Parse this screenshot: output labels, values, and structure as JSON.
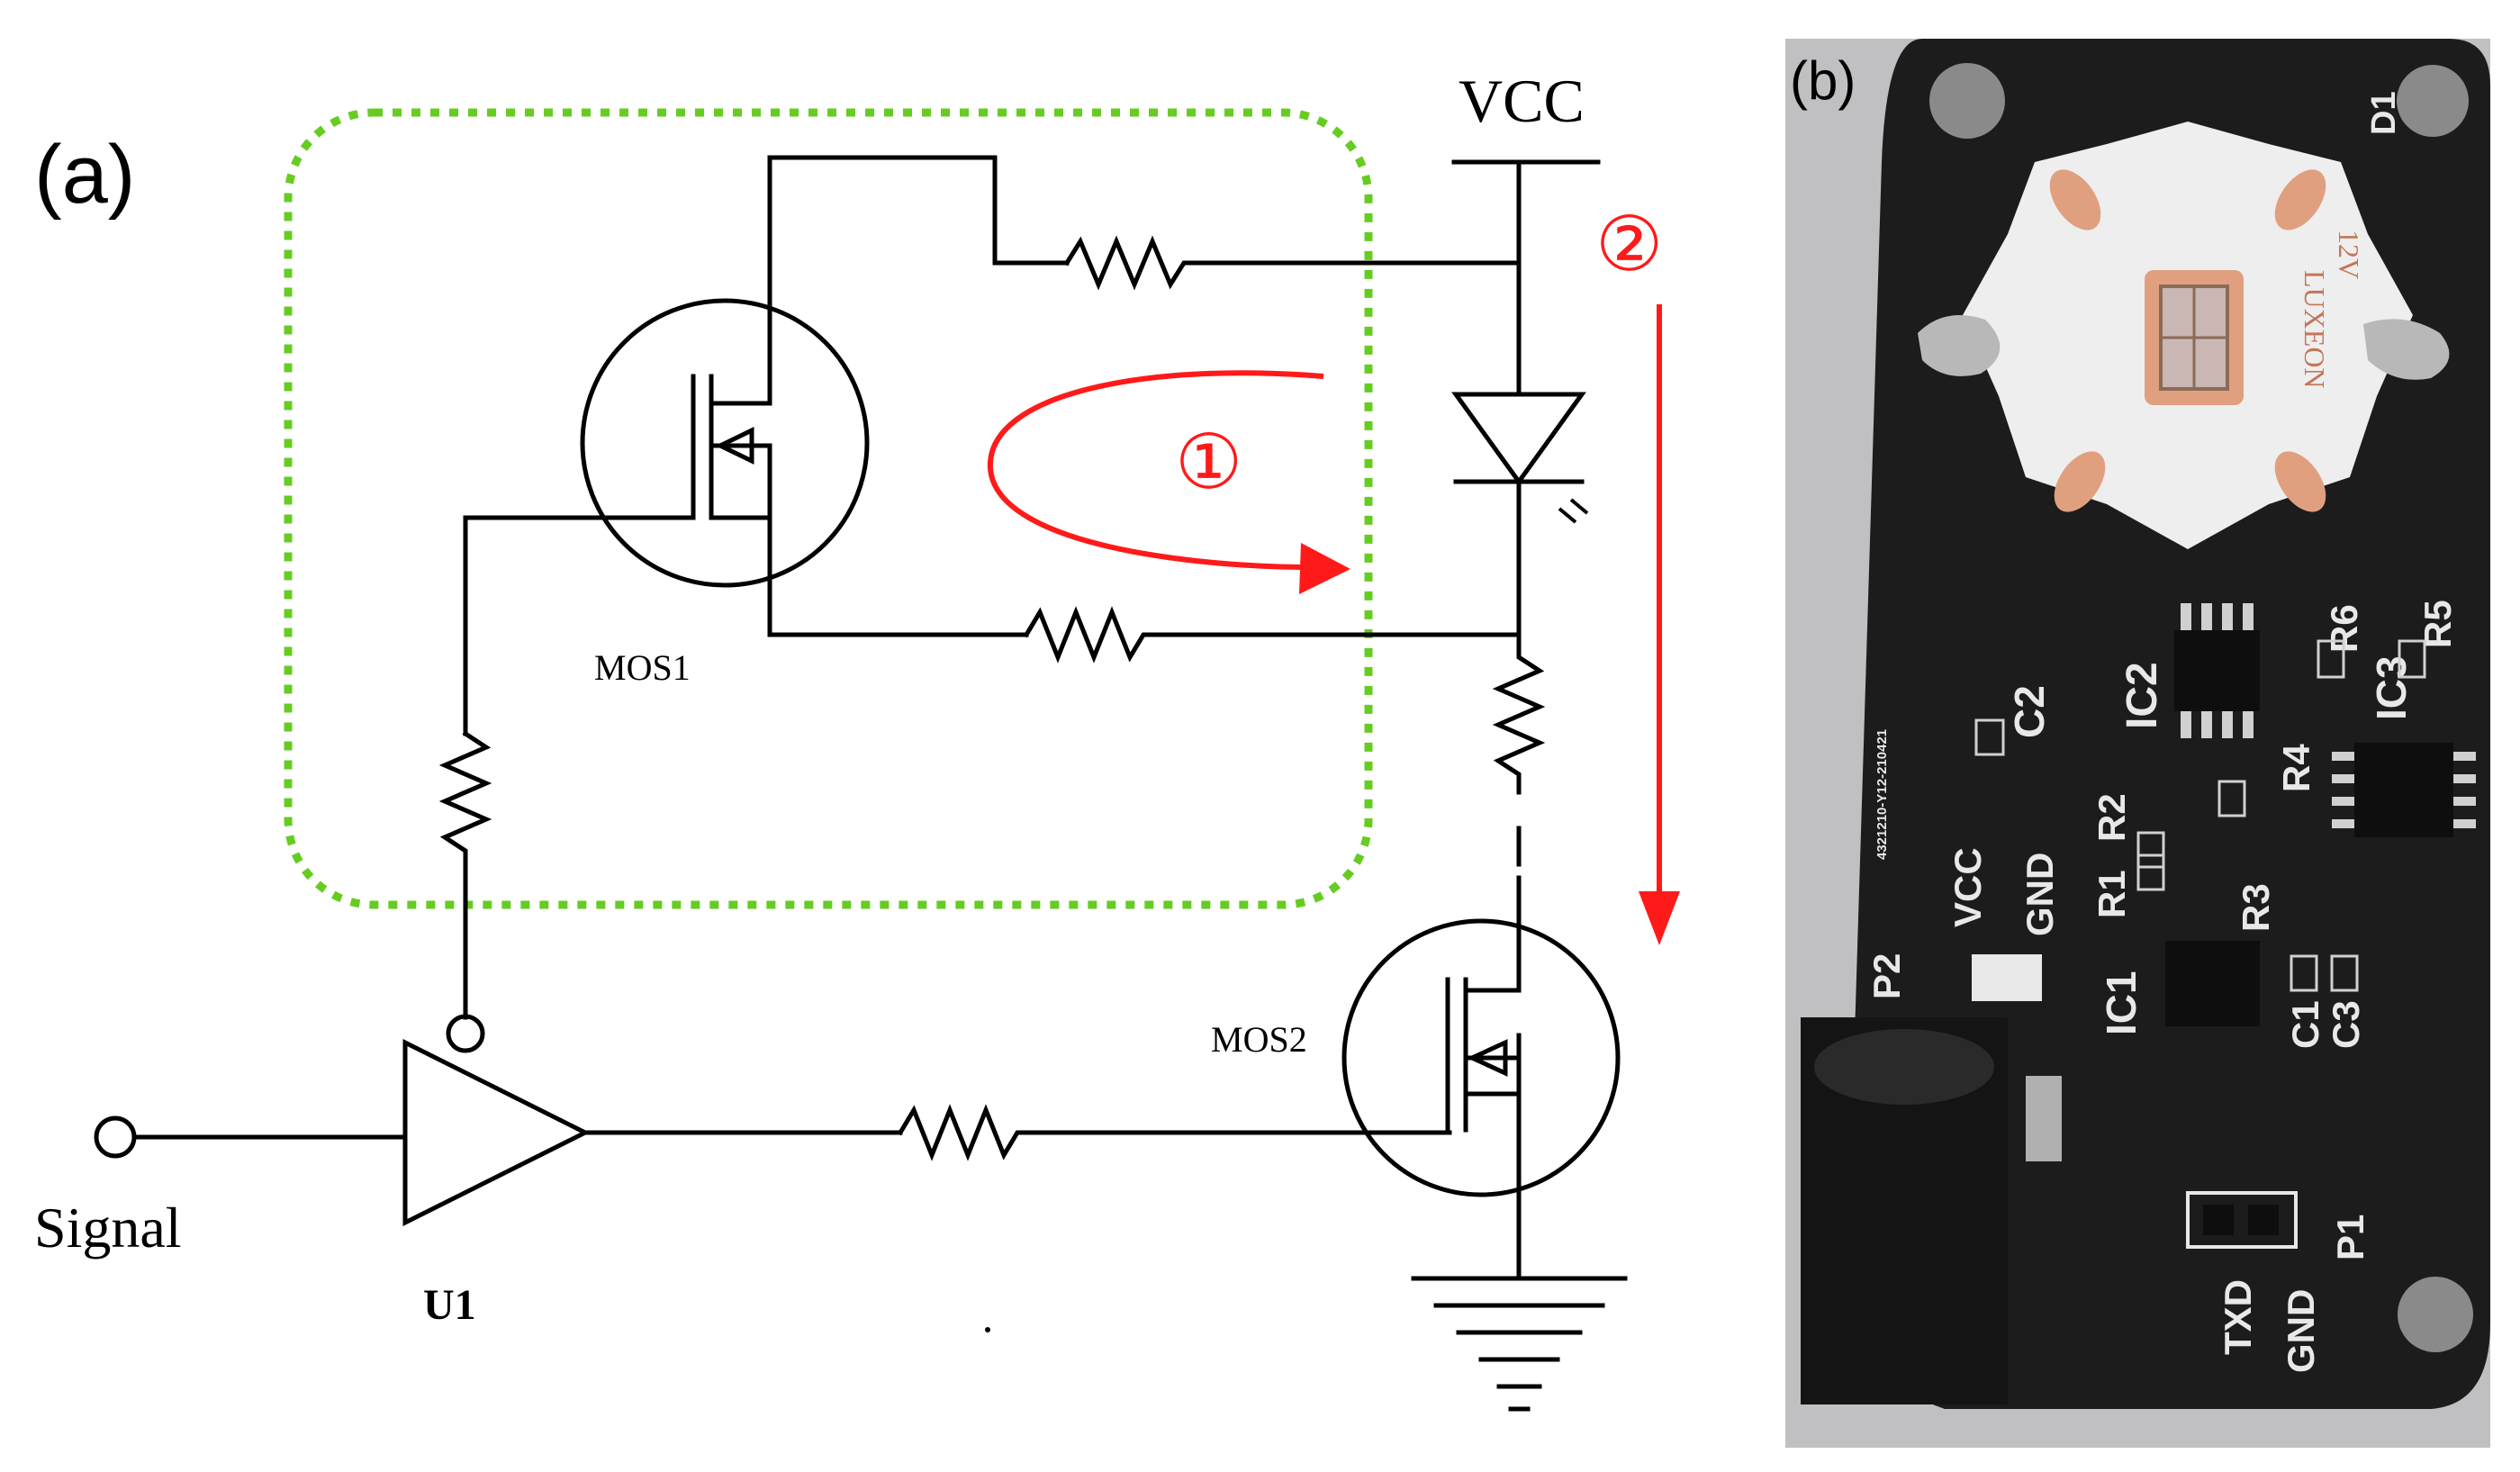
{
  "panel_a": {
    "label": "(a)",
    "vcc_label": "VCC",
    "signal_label": "Signal",
    "u1_label": "U1",
    "mos1_label": "MOS1",
    "mos2_label": "MOS2",
    "path1_label": "①",
    "path2_label": "②",
    "colors": {
      "wire": "#000000",
      "highlight_box": "#66cc22",
      "current_arrow": "#ff1a1a"
    }
  },
  "panel_b": {
    "label": "(b)",
    "silkscreen": {
      "d1": "D1",
      "star_brand": "LUXEON",
      "star_voltage": "12V",
      "c2": "C2",
      "ic2": "IC2",
      "ic3": "IC3",
      "r6": "R6",
      "r5": "R5",
      "r4": "R4",
      "r2": "R2",
      "r1": "R1",
      "r3": "R3",
      "ic1": "IC1",
      "c1": "C1",
      "c3": "C3",
      "vcc": "VCC",
      "gnd": "GND",
      "p2": "P2",
      "p1": "P1",
      "txd": "TXD",
      "gnd2": "GND",
      "board_id": "4321210-Y12-210421"
    },
    "colors": {
      "pcb": "#1c1c1c",
      "star_board": "#eeeeee",
      "copper_pad": "#e0a080",
      "silkscreen": "#e8e8e8"
    }
  }
}
